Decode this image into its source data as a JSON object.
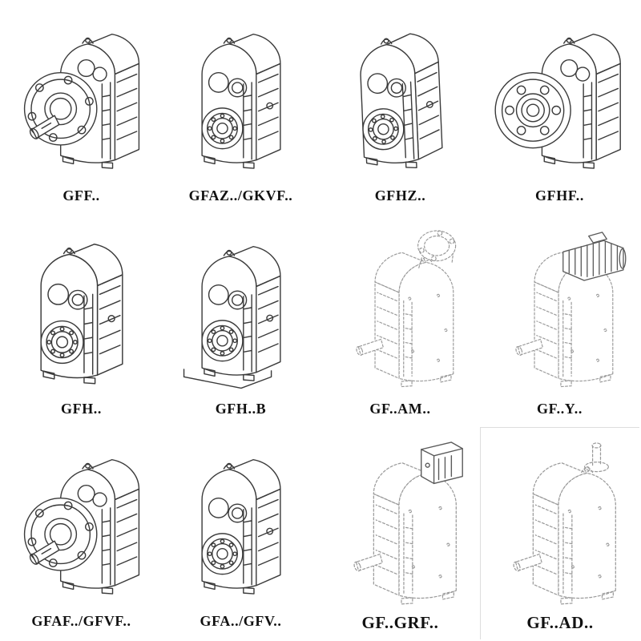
{
  "page": {
    "background": "#ffffff"
  },
  "colors": {
    "line": "#3b3b3b",
    "ghost_line": "#9a9a9a",
    "label_text": "#111111"
  },
  "grid": {
    "columns": 4,
    "rows": 3,
    "items": [
      {
        "label": "GFF..",
        "drawing": "flange-output-gearbox"
      },
      {
        "label": "GFAZ../GKVF..",
        "drawing": "hollow-shaft-gearbox"
      },
      {
        "label": "GFHZ..",
        "drawing": "hollow-shaft-gearbox"
      },
      {
        "label": "GFHF..",
        "drawing": "large-flange-hollow-gearbox"
      },
      {
        "label": "GFH..",
        "drawing": "hollow-shaft-gearbox"
      },
      {
        "label": "GFH..B",
        "drawing": "hollow-shaft-gearbox-with-base"
      },
      {
        "label": "GF..AM..",
        "drawing": "gearbox-with-iec-adapter-flange"
      },
      {
        "label": "GF..Y..",
        "drawing": "gearbox-with-mounted-motor"
      },
      {
        "label": "GFAF../GFVF..",
        "drawing": "flange-output-gearbox"
      },
      {
        "label": "GFA../GFV..",
        "drawing": "hollow-shaft-gearbox"
      },
      {
        "label": "GF..GRF..",
        "drawing": "gearbox-with-input-gear-unit"
      },
      {
        "label": "GF..AD..",
        "drawing": "gearbox-with-input-shaft"
      }
    ]
  }
}
